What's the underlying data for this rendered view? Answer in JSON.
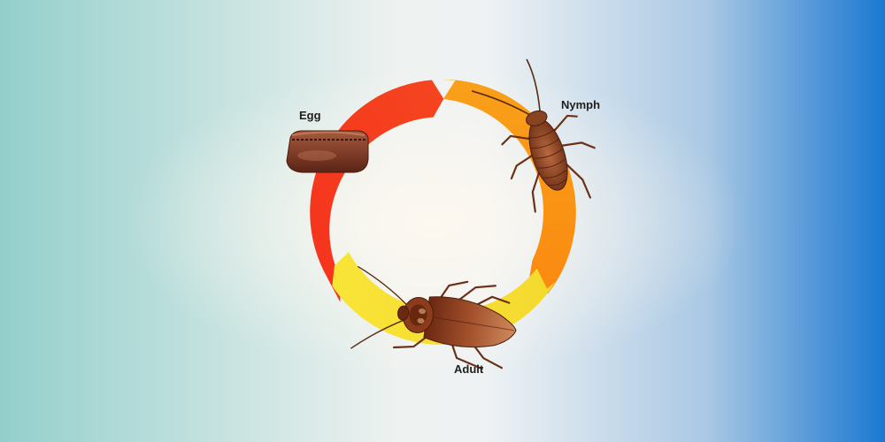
{
  "stages": {
    "egg": {
      "label": "Egg",
      "icon": "egg-case-icon"
    },
    "nymph": {
      "label": "Nymph",
      "icon": "nymph-cockroach-icon"
    },
    "adult": {
      "label": "Adult",
      "icon": "adult-cockroach-icon"
    }
  },
  "colors": {
    "background_left": "#94cfcc",
    "background_center": "#f7f5f1",
    "background_right": "#1b78d1",
    "arrow_red": "#f3351f",
    "arrow_orange": "#fb9a16",
    "arrow_yellow": "#f7e233",
    "insect_brown": "#7a3a1a",
    "egg_brown": "#8a4a33"
  }
}
